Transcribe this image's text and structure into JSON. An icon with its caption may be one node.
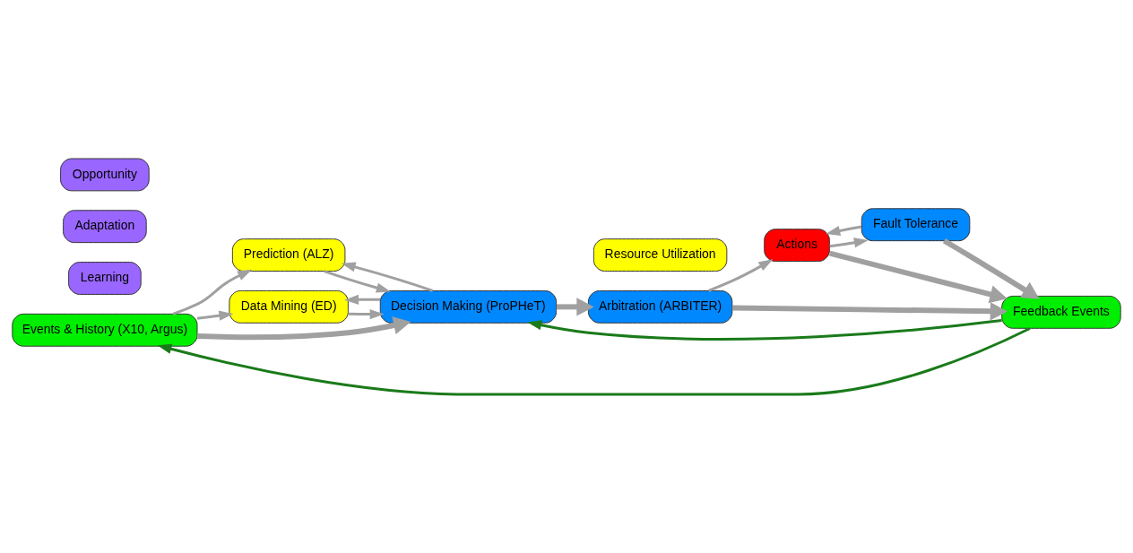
{
  "diagram": {
    "nodes": [
      {
        "text": [
          "Events & History (X10, Argus)"
        ]
      },
      {
        "text": [
          "Prediction (ALZ)"
        ]
      },
      {
        "text": [
          "Data Mining (ED)"
        ]
      },
      {
        "text": [
          "Decision Making (ProPHeT)"
        ]
      },
      {
        "text": [
          "Learning"
        ]
      },
      {
        "text": [
          "Adaptation"
        ]
      },
      {
        "text": [
          "Opportunity"
        ]
      },
      {
        "text": [
          "Arbitration (ARBITER)"
        ]
      },
      {
        "text": [
          "Resource Utilization"
        ]
      },
      {
        "text": [
          "Actions"
        ]
      },
      {
        "text": [
          "Fault Tolerance"
        ]
      },
      {
        "text": [
          "Feedback Events"
        ]
      }
    ],
    "edges": [
      {
        "from": 0,
        "to": 1,
        "arrow": "to"
      },
      {
        "from": 0,
        "to": 3,
        "arrow": "to",
        "style": "thick"
      },
      {
        "from": 0,
        "to": 2,
        "arrow": "to"
      },
      {
        "from": 1,
        "to": 3,
        "arrow": "to"
      },
      {
        "from": 3,
        "to": 1,
        "arrow": "to"
      },
      {
        "from": 2,
        "to": 3,
        "arrow": "to"
      },
      {
        "from": 3,
        "to": 2,
        "arrow": "to"
      },
      {
        "from": 3,
        "to": 7,
        "arrow": "to",
        "style": "thick"
      },
      {
        "from": 7,
        "to": 9,
        "arrow": "to"
      },
      {
        "from": 7,
        "to": 11,
        "arrow": "to",
        "style": "thick"
      },
      {
        "from": 9,
        "to": 10,
        "arrow": "to"
      },
      {
        "from": 10,
        "to": 9,
        "arrow": "to"
      },
      {
        "from": 10,
        "to": 11,
        "arrow": "to",
        "style": "thick"
      },
      {
        "from": 9,
        "to": 11,
        "arrow": "to",
        "style": "thick"
      },
      {
        "from": 11,
        "to": 0,
        "arrow": "to",
        "color": "#1a7a1a"
      },
      {
        "from": 11,
        "to": 3,
        "arrow": "to",
        "color": "#1a7a1a"
      }
    ]
  }
}
